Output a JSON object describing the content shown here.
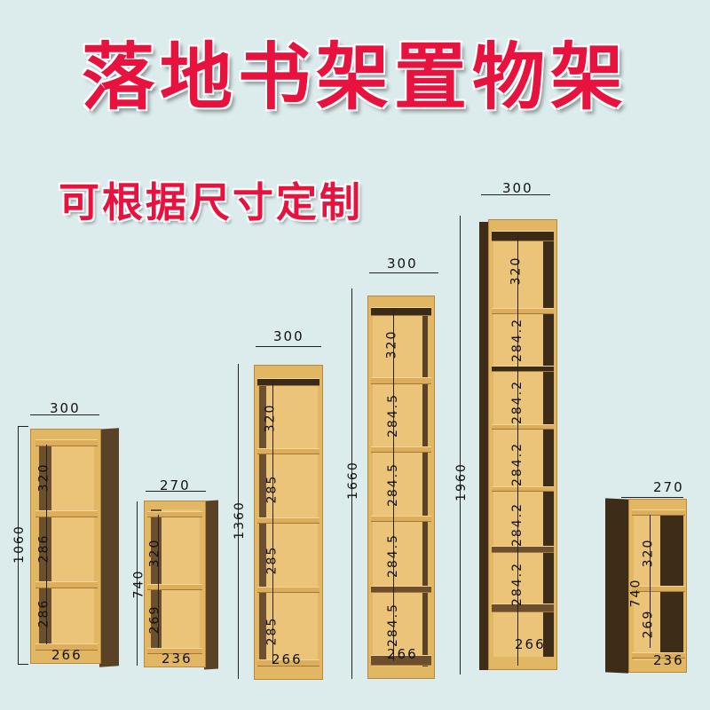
{
  "title": "落地书架置物架",
  "subtitle": "可根据尺寸定制",
  "colors": {
    "title": "#e8123f",
    "background": "#dcecec",
    "wood": "#e2b764",
    "dark": "#5a4226"
  },
  "shelves": [
    {
      "id": "shelf-1060",
      "height": "1060",
      "width": "300",
      "inner_width": "266",
      "compartments": [
        "320",
        "286",
        "286"
      ]
    },
    {
      "id": "shelf-740-a",
      "height": "740",
      "width": "270",
      "inner_width": "236",
      "compartments": [
        "320",
        "269"
      ]
    },
    {
      "id": "shelf-1360",
      "height": "1360",
      "width": "300",
      "inner_width": "266",
      "compartments": [
        "320",
        "285",
        "285",
        "285"
      ]
    },
    {
      "id": "shelf-1660",
      "height": "1660",
      "width": "300",
      "inner_width": "266",
      "compartments": [
        "320",
        "284.5",
        "284.5",
        "284.5",
        "284.5"
      ]
    },
    {
      "id": "shelf-1960",
      "height": "1960",
      "width": "300",
      "inner_width": "266",
      "compartments": [
        "320",
        "284.2",
        "284.2",
        "284.2",
        "284.2",
        "284.2"
      ]
    },
    {
      "id": "shelf-740-b",
      "height": "740",
      "width": "270",
      "inner_width": "236",
      "compartments": [
        "320",
        "269"
      ]
    }
  ]
}
